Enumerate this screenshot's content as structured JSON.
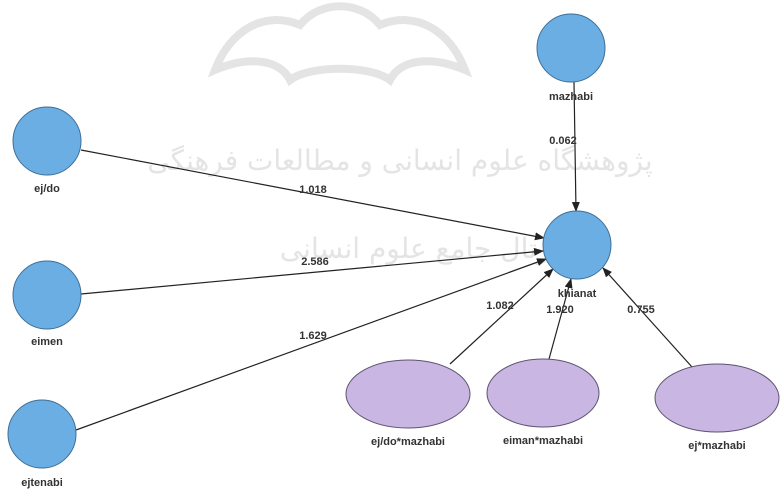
{
  "diagram": {
    "colors": {
      "construct_fill": "#6aaee3",
      "construct_stroke": "#3f6f98",
      "interaction_fill": "#c9b6e2",
      "interaction_stroke": "#5c5470",
      "arrow": "#222222",
      "watermark": "#e4e4e4"
    },
    "watermark": {
      "line1": "پژوهشگاه علوم انسانی و مطالعات فرهنگی",
      "line2": "پرتال جامع علوم انسانی"
    },
    "nodes": [
      {
        "id": "ej_do",
        "label": "ej/do",
        "kind": "construct"
      },
      {
        "id": "eimen",
        "label": "eimen",
        "kind": "construct"
      },
      {
        "id": "ejtenabi",
        "label": "ejtenabi",
        "kind": "construct"
      },
      {
        "id": "mazhabi",
        "label": "mazhabi",
        "kind": "construct"
      },
      {
        "id": "khianat",
        "label": "khianat",
        "kind": "construct"
      },
      {
        "id": "ejdo_mazhabi",
        "label": "ej/do*mazhabi",
        "kind": "interaction"
      },
      {
        "id": "eiman_mazhabi",
        "label": "eiman*mazhabi",
        "kind": "interaction"
      },
      {
        "id": "ej_mazhabi",
        "label": "ej*mazhabi",
        "kind": "interaction"
      }
    ],
    "edges": [
      {
        "from": "ej_do",
        "to": "khianat",
        "value": "1.018"
      },
      {
        "from": "eimen",
        "to": "khianat",
        "value": "2.586"
      },
      {
        "from": "ejtenabi",
        "to": "khianat",
        "value": "1.629"
      },
      {
        "from": "mazhabi",
        "to": "khianat",
        "value": "0.062"
      },
      {
        "from": "ejdo_mazhabi",
        "to": "khianat",
        "value": "1.082"
      },
      {
        "from": "eiman_mazhabi",
        "to": "khianat",
        "value": "1.920"
      },
      {
        "from": "ej_mazhabi",
        "to": "khianat",
        "value": "0.755"
      }
    ]
  }
}
